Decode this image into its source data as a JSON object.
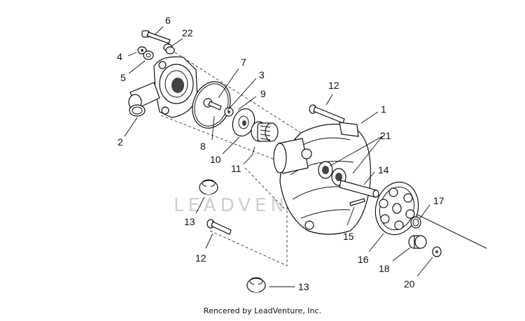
{
  "watermark": "LEADVENTURE",
  "footer": "Rencered by LeadVenture, Inc.",
  "callouts": {
    "c1": "1",
    "c2": "2",
    "c3": "3",
    "c4": "4",
    "c5": "5",
    "c6": "6",
    "c7": "7",
    "c8": "8",
    "c9": "9",
    "c10": "10",
    "c11": "11",
    "c12a": "12",
    "c12b": "12",
    "c13a": "13",
    "c13b": "13",
    "c14": "14",
    "c15": "15",
    "c16": "16",
    "c17": "17",
    "c18": "18",
    "c20": "20",
    "c21": "21",
    "c22": "22"
  }
}
